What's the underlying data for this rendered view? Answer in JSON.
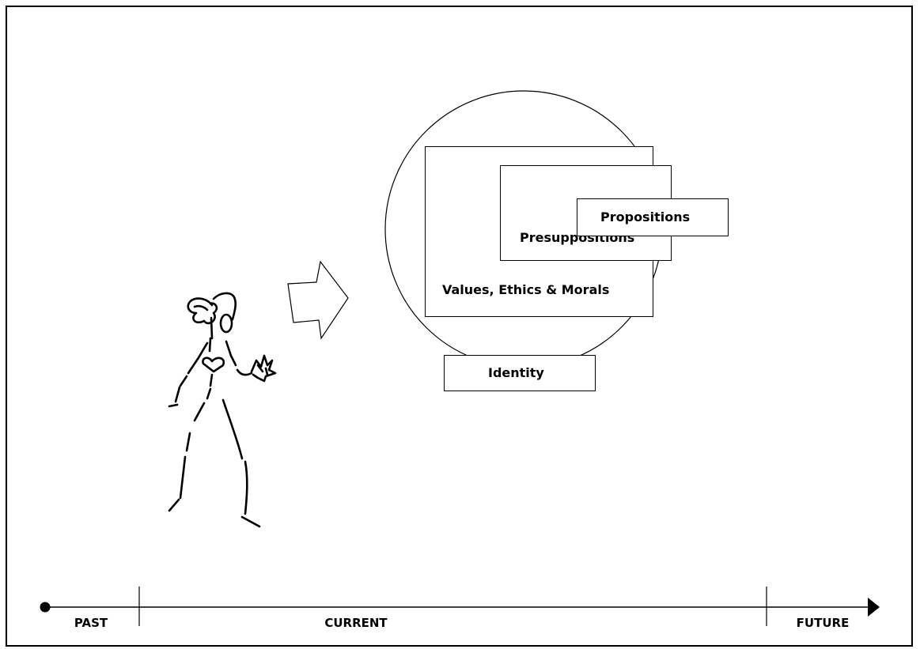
{
  "boxes": {
    "values": "Values, Ethics & Morals",
    "presuppositions": "Presuppositions",
    "propositions": "Propositions",
    "identity": "Identity"
  },
  "timeline": {
    "past": "PAST",
    "current": "CURRENT",
    "future": "FUTURE"
  },
  "icons": [
    "person-sketch-icon",
    "block-arrow-icon",
    "timeline-arrow-icon"
  ]
}
